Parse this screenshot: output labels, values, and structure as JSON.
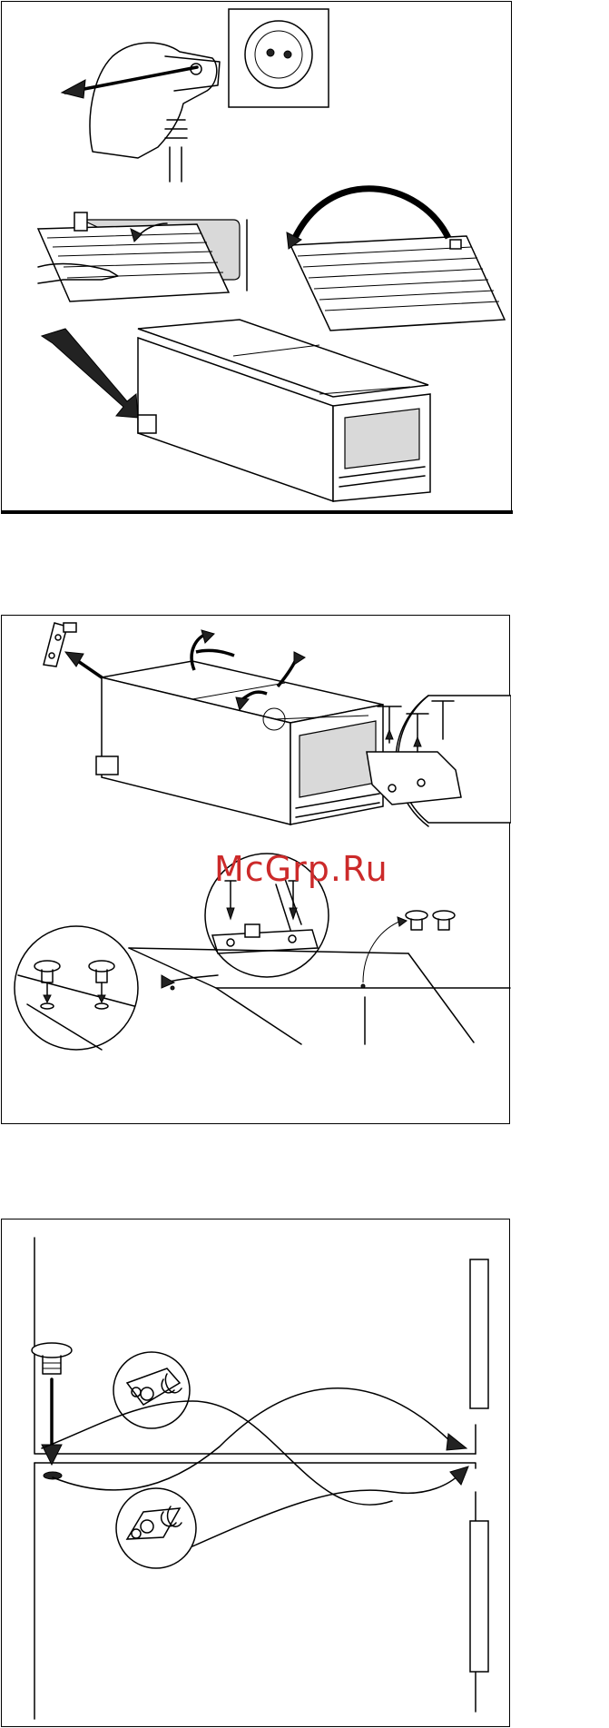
{
  "watermark": {
    "text": "McGrp.Ru",
    "color": "#cc2a2a"
  },
  "colors": {
    "line": "#000000",
    "shade": "#d9d9d9",
    "background": "#ffffff"
  },
  "panels": [
    {
      "id": "panel1",
      "figures": [
        "unplug-icon",
        "remove-grille-icon",
        "flip-grille-icon",
        "tilt-cabinet-icon"
      ]
    },
    {
      "id": "panel2",
      "figures": [
        "remove-hinge-icon",
        "lift-lids-icon",
        "hinge-detail-icon",
        "hinge-screw-detail-icon",
        "plug-caps-icon"
      ]
    },
    {
      "id": "panel3",
      "figures": [
        "cap-icon",
        "upper-hinge-detail-icon",
        "lower-hinge-detail-icon",
        "door-swap-arrows-icon",
        "handle-top-icon",
        "handle-bottom-icon"
      ]
    }
  ]
}
